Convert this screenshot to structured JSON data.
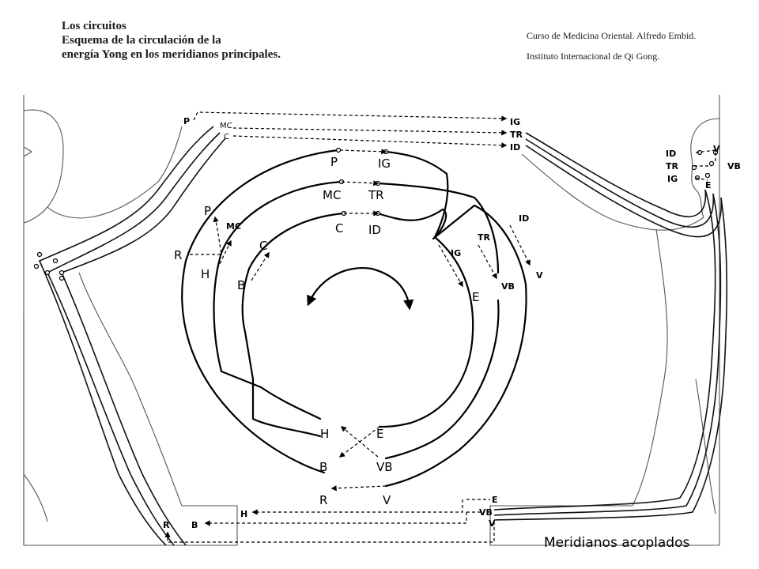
{
  "header": {
    "title_lines": [
      "Los circuitos",
      "Esquema de la circulación de la",
      "energía Yong en los meridianos principales."
    ],
    "credit_lines": [
      "Curso de Medicina Oriental. Alfredo Embid.",
      "Instituto Internacional de Qi Gong."
    ]
  },
  "caption": "Meridianos acoplados",
  "labels": {
    "top": {
      "p_left": "P",
      "mc_left": "MC",
      "c_left": "C",
      "ig_right": "IG",
      "tr_right": "TR",
      "id_right": "ID"
    },
    "rings": {
      "outer_p": "P",
      "outer_ig": "IG",
      "middle_mc": "MC",
      "middle_tr": "TR",
      "inner_c": "C",
      "inner_id": "ID"
    },
    "left_side": {
      "p": "P",
      "mc": "MC",
      "r": "R",
      "h": "H",
      "c": "C",
      "b": "B"
    },
    "right_side": {
      "id": "ID",
      "tr": "TR",
      "v": "V",
      "ig": "IG",
      "vb": "VB",
      "e": "E"
    },
    "bottom_center": {
      "h": "H",
      "e": "E",
      "b": "B",
      "vb": "VB",
      "r": "R",
      "v": "V"
    },
    "face_right": {
      "id": "ID",
      "tr": "TR",
      "ig": "IG",
      "v": "V",
      "vb": "VB",
      "e": "E"
    },
    "bottom_row": {
      "r": "R",
      "b": "B",
      "h": "H",
      "e": "E",
      "vb": "VB",
      "v": "V"
    }
  }
}
